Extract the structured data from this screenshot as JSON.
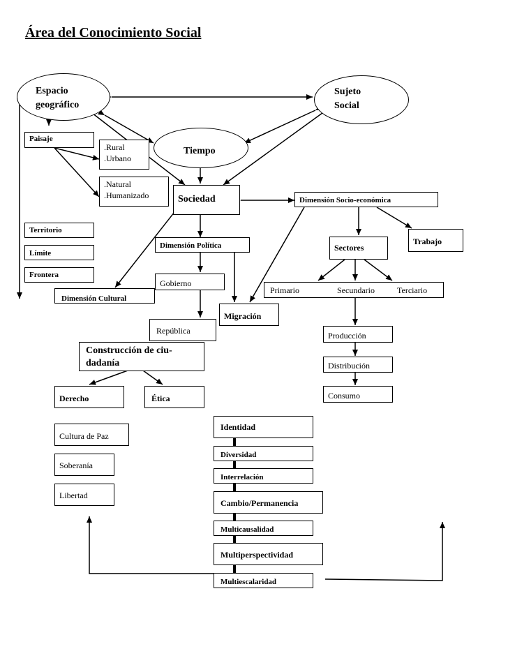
{
  "title": "Área del Conocimiento Social",
  "nodes": {
    "espacio_l1": "Espacio",
    "espacio_l2": "geográfico",
    "sujeto_l1": "Sujeto",
    "sujeto_l2": "Social",
    "tiempo": "Tiempo",
    "paisaje": "Paisaje",
    "rural_l1": ".Rural",
    "rural_l2": ".Urbano",
    "natural_l1": ".Natural",
    "natural_l2": ".Humanizado",
    "sociedad": "Sociedad",
    "dim_socioeco": "Dimensión Socio-económica",
    "territorio": "Territorio",
    "limite": "Límite",
    "frontera": "Frontera",
    "dim_politica": "Dimensión Política",
    "sectores": "Sectores",
    "trabajo": "Trabajo",
    "gobierno": "Gobierno",
    "dim_cultural": "Dimensión Cultural",
    "primario": "Primario",
    "secundario": "Secundario",
    "terciario": "Terciario",
    "migracion": "Migración",
    "republica": "República",
    "produccion": "Producción",
    "construccion_l1": "Construcción de ciu-",
    "construccion_l2": "dadanía",
    "distribucion": "Distribución",
    "derecho": "Derecho",
    "etica": "Ética",
    "consumo": "Consumo",
    "cultura_paz": "Cultura de Paz",
    "soberania": "Soberanía",
    "libertad": "Libertad"
  },
  "concepts": [
    "Identidad",
    "Diversidad",
    "Interrelación",
    "Cambio/Permanencia",
    "Multicausalidad",
    "Multiperspectividad",
    "Multiescalaridad"
  ]
}
